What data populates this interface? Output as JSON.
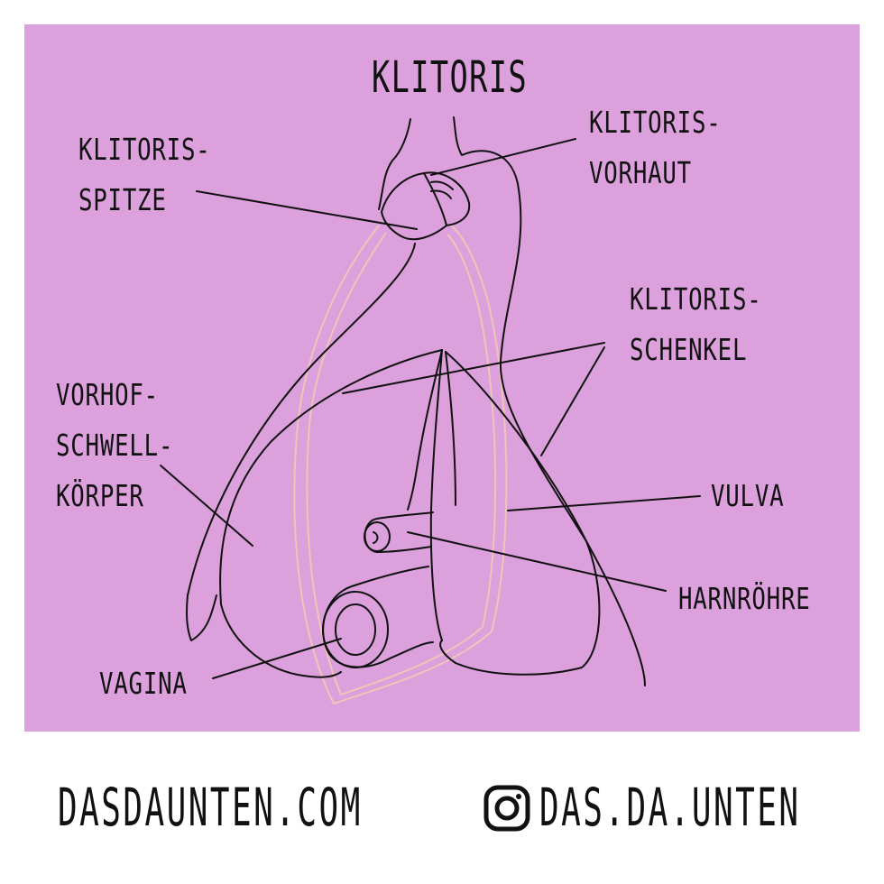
{
  "title": "KLITORIS",
  "labels": {
    "klitoris_spitze": [
      "KLITORIS-",
      "SPITZE"
    ],
    "klitoris_vorhaut": [
      "KLITORIS-",
      "VORHAUT"
    ],
    "klitoris_schenkel": [
      "KLITORIS-",
      "SCHENKEL"
    ],
    "vorhof_schwellkoerper": [
      "VORHOF-",
      "SCHWELL-",
      "KÖRPER"
    ],
    "vulva": "VULVA",
    "harnroehre": "HARNRÖHRE",
    "vagina": "VAGINA"
  },
  "footer": {
    "website": "DASDAUNTEN.COM",
    "instagram_handle": "DAS.DA.UNTEN",
    "instagram_icon": "instagram-icon"
  },
  "colors": {
    "panel_background": "#dca0dc",
    "outline": "#111111",
    "vulva_outline": "#f0c4b8",
    "page_background": "#ffffff"
  }
}
